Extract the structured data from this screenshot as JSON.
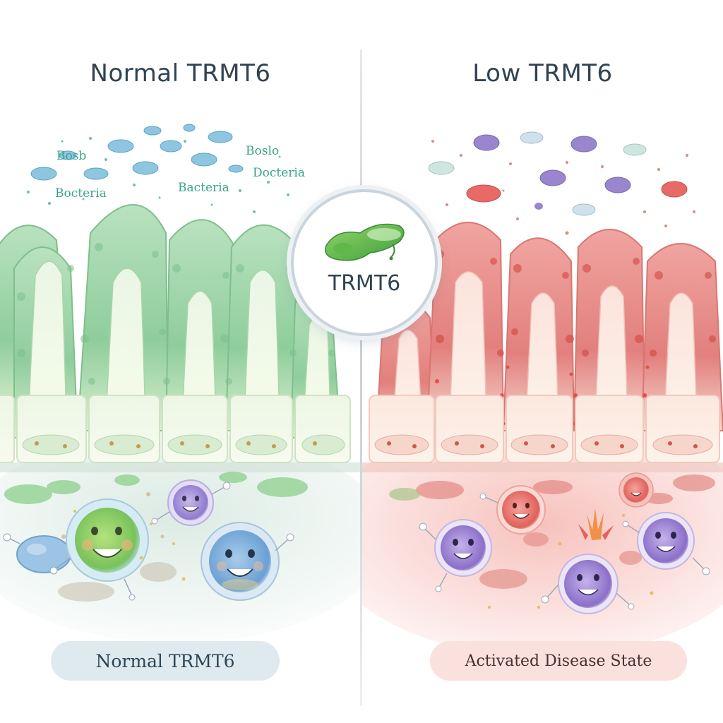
{
  "left_panel": {
    "title": "Normal TRMT6",
    "bacteria_labels": [
      "Bocteria",
      "Bacteria",
      "Bosb",
      "Docteria",
      "Boslo"
    ],
    "state_label": "Normal TRMT6",
    "tissue_color": "#9fd3a8",
    "accent_color": "#3aa38a"
  },
  "right_panel": {
    "title": "Low TRMT6",
    "state_label": "Activated Disease State",
    "tissue_color": "#e88a86",
    "accent_color": "#d9453f"
  },
  "center_badge": {
    "label": "TRMT6",
    "icon": "green-protein-icon"
  }
}
